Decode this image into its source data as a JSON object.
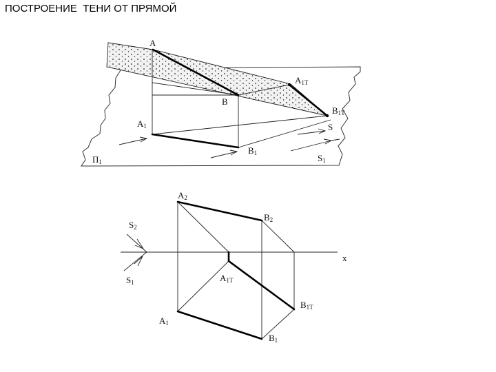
{
  "title": "ПОСТРОЕНИЕ  ТЕНИ ОТ ПРЯМОЙ",
  "top_view": {
    "A": {
      "main": "A",
      "sub": ""
    },
    "B": {
      "main": "B",
      "sub": ""
    },
    "A1": {
      "main": "A",
      "sub": "1"
    },
    "B1": {
      "main": "B",
      "sub": "1"
    },
    "A1T": {
      "main": "A",
      "sub": "1T"
    },
    "B1T": {
      "main": "B",
      "sub": "1T"
    },
    "S": {
      "main": "S",
      "sub": ""
    },
    "S1": {
      "main": "S",
      "sub": "1"
    },
    "Pi1": {
      "main": "П",
      "sub": "1"
    }
  },
  "bottom_view": {
    "A2": {
      "main": "A",
      "sub": "2"
    },
    "B2": {
      "main": "B",
      "sub": "2"
    },
    "S2": {
      "main": "S",
      "sub": "2"
    },
    "S1": {
      "main": "S",
      "sub": "1"
    },
    "x": "x",
    "A1T": {
      "main": "A",
      "sub": "1T"
    },
    "B1T": {
      "main": "B",
      "sub": "1T"
    },
    "A1": {
      "main": "A",
      "sub": "1"
    },
    "B1": {
      "main": "B",
      "sub": "1"
    }
  },
  "colors": {
    "line": "#000000",
    "shading": "#e6e6e6"
  }
}
